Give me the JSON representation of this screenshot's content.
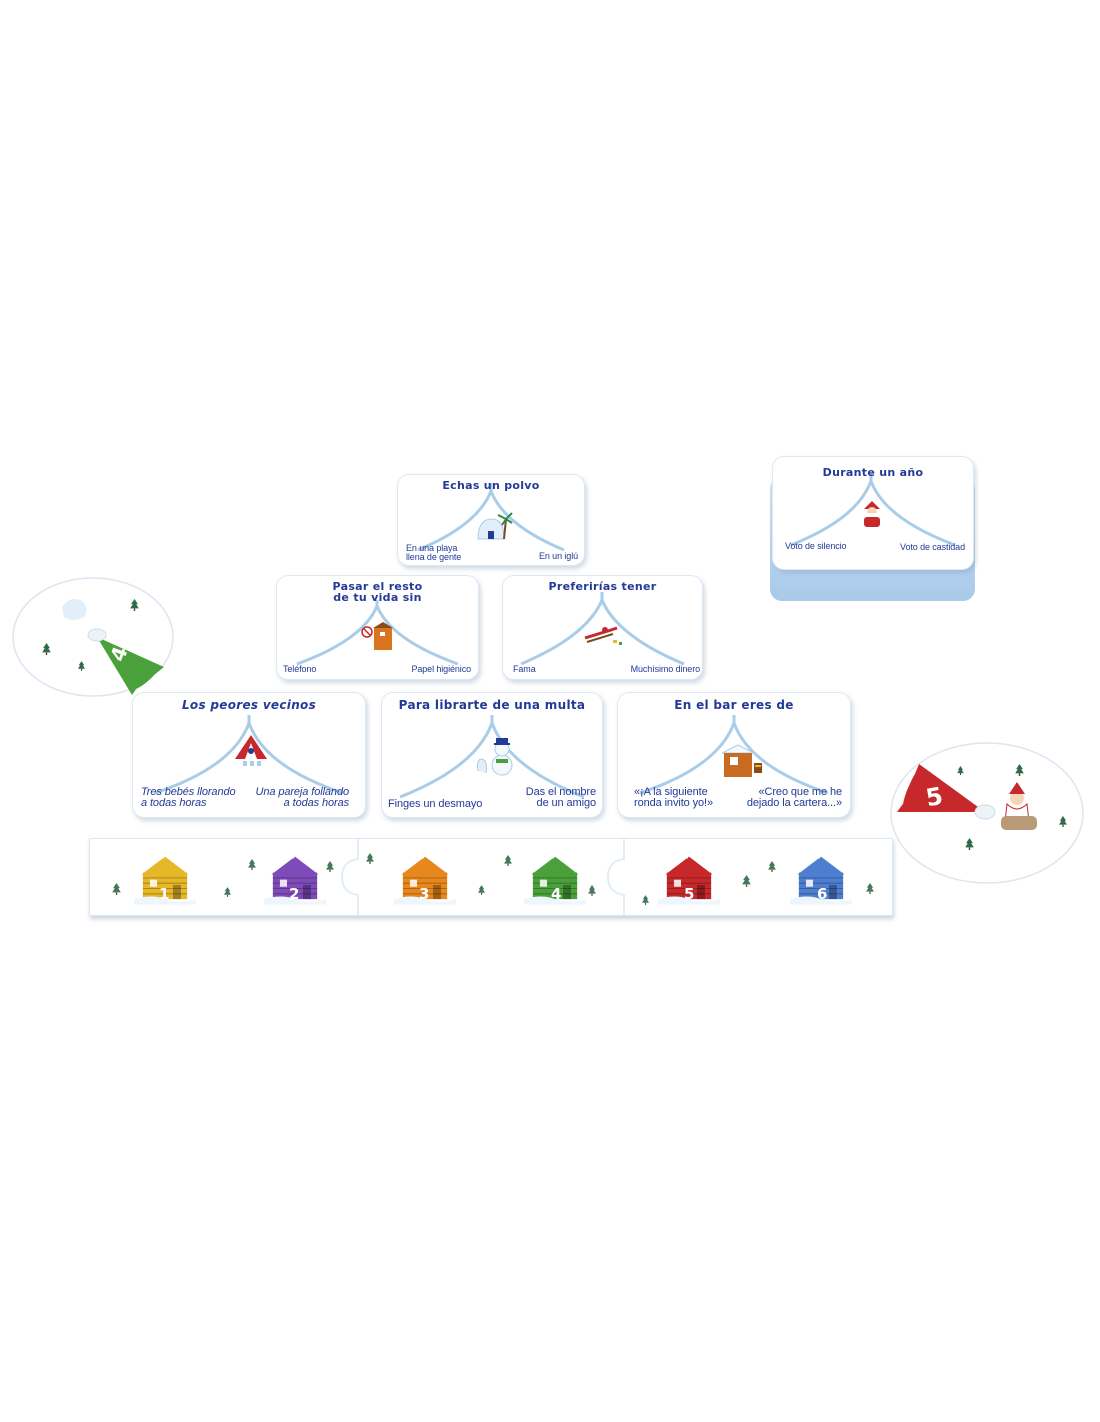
{
  "colors": {
    "text_blue": "#233a96",
    "slope_blue": "#a9cde9",
    "yellow": "#e6b729",
    "purple": "#7f4bb8",
    "orange": "#e8881c",
    "green": "#4aa03b",
    "red": "#c6282b",
    "blue": "#4d7ed0"
  },
  "cards": [
    {
      "title": "Echas un polvo",
      "left": "En una playa\nllena de gente",
      "right": "En un iglú",
      "icon": "igloo-palm-icon"
    },
    {
      "title": "Pasar el resto\nde tu vida sin",
      "left": "Teléfono",
      "right": "Papel higiénico",
      "icon": "outhouse-icon"
    },
    {
      "title": "Preferirías tener",
      "left": "Fama",
      "right": "Muchísimo dinero",
      "icon": "sled-icon"
    },
    {
      "title": "Los peores vecinos",
      "left": "Tres bebés llorando\na todas horas",
      "right": "Una pareja follando\na todas horas",
      "icon": "tent-icon"
    },
    {
      "title": "Para librarte de una multa",
      "left": "Finges un desmayo",
      "right": "Das el nombre\nde un amigo",
      "icon": "snowman-icon"
    },
    {
      "title": "En el bar eres de",
      "left": "«¡A la siguiente\nronda invito yo!»",
      "right": "«Creo que me he\ndejado la cartera...»",
      "icon": "bar-hut-icon"
    }
  ],
  "deck": {
    "title": "Durante un año",
    "left": "Voto de silencio",
    "right": "Voto de castidad",
    "icon": "santa-icon"
  },
  "board": {
    "cabins": [
      {
        "num": "1",
        "color": "#e6b729"
      },
      {
        "num": "2",
        "color": "#7f4bb8"
      },
      {
        "num": "3",
        "color": "#e8881c"
      },
      {
        "num": "4",
        "color": "#4aa03b"
      },
      {
        "num": "5",
        "color": "#c6282b"
      },
      {
        "num": "6",
        "color": "#4d7ed0"
      }
    ]
  },
  "discs": [
    {
      "num": "4",
      "color": "#4aa03b"
    },
    {
      "num": "5",
      "color": "#c6282b"
    }
  ]
}
